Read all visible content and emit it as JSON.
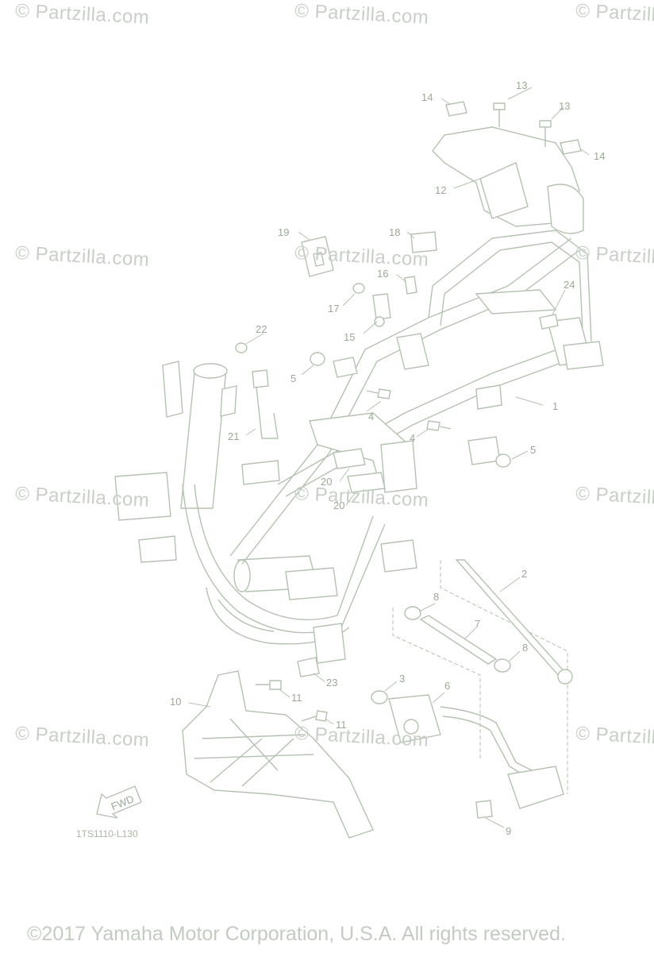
{
  "watermark": "© Partzilla.com",
  "copyright": "©2017 Yamaha Motor Corporation, U.S.A. All rights reserved.",
  "diagram_code": "1TS1110-L130",
  "fwd_label": "FWD",
  "callouts": {
    "c1": "1",
    "c2": "2",
    "c3": "3",
    "c4a": "4",
    "c4b": "4",
    "c5a": "5",
    "c5b": "5",
    "c6": "6",
    "c7": "7",
    "c8a": "8",
    "c8b": "8",
    "c9": "9",
    "c10": "10",
    "c11a": "11",
    "c11b": "11",
    "c12": "12",
    "c13a": "13",
    "c13b": "13",
    "c14a": "14",
    "c14b": "14",
    "c15": "15",
    "c16": "16",
    "c17": "17",
    "c18": "18",
    "c19": "19",
    "c20a": "20",
    "c20b": "20",
    "c21": "21",
    "c22": "22",
    "c23": "23",
    "c24": "24"
  }
}
